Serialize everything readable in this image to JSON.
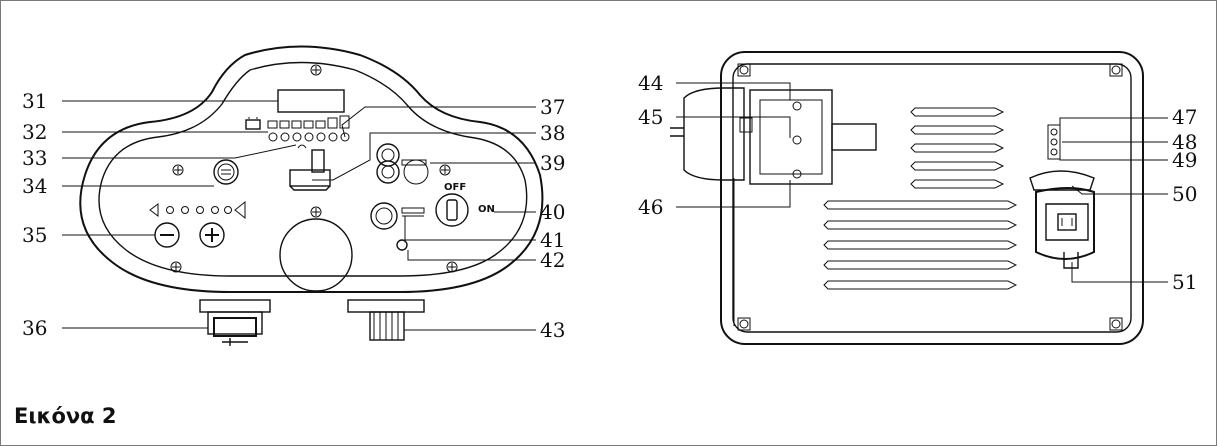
{
  "figure": {
    "caption": "Εικόνα 2",
    "key_switch": {
      "off_label": "OFF",
      "on_label": "ON"
    },
    "callouts": {
      "c31": "31",
      "c32": "32",
      "c33": "33",
      "c34": "34",
      "c35": "35",
      "c36": "36",
      "c37": "37",
      "c38": "38",
      "c39": "39",
      "c40": "40",
      "c41": "41",
      "c42": "42",
      "c43": "43",
      "c44": "44",
      "c45": "45",
      "c46": "46",
      "c47": "47",
      "c48": "48",
      "c49": "49",
      "c50": "50",
      "c51": "51"
    }
  }
}
